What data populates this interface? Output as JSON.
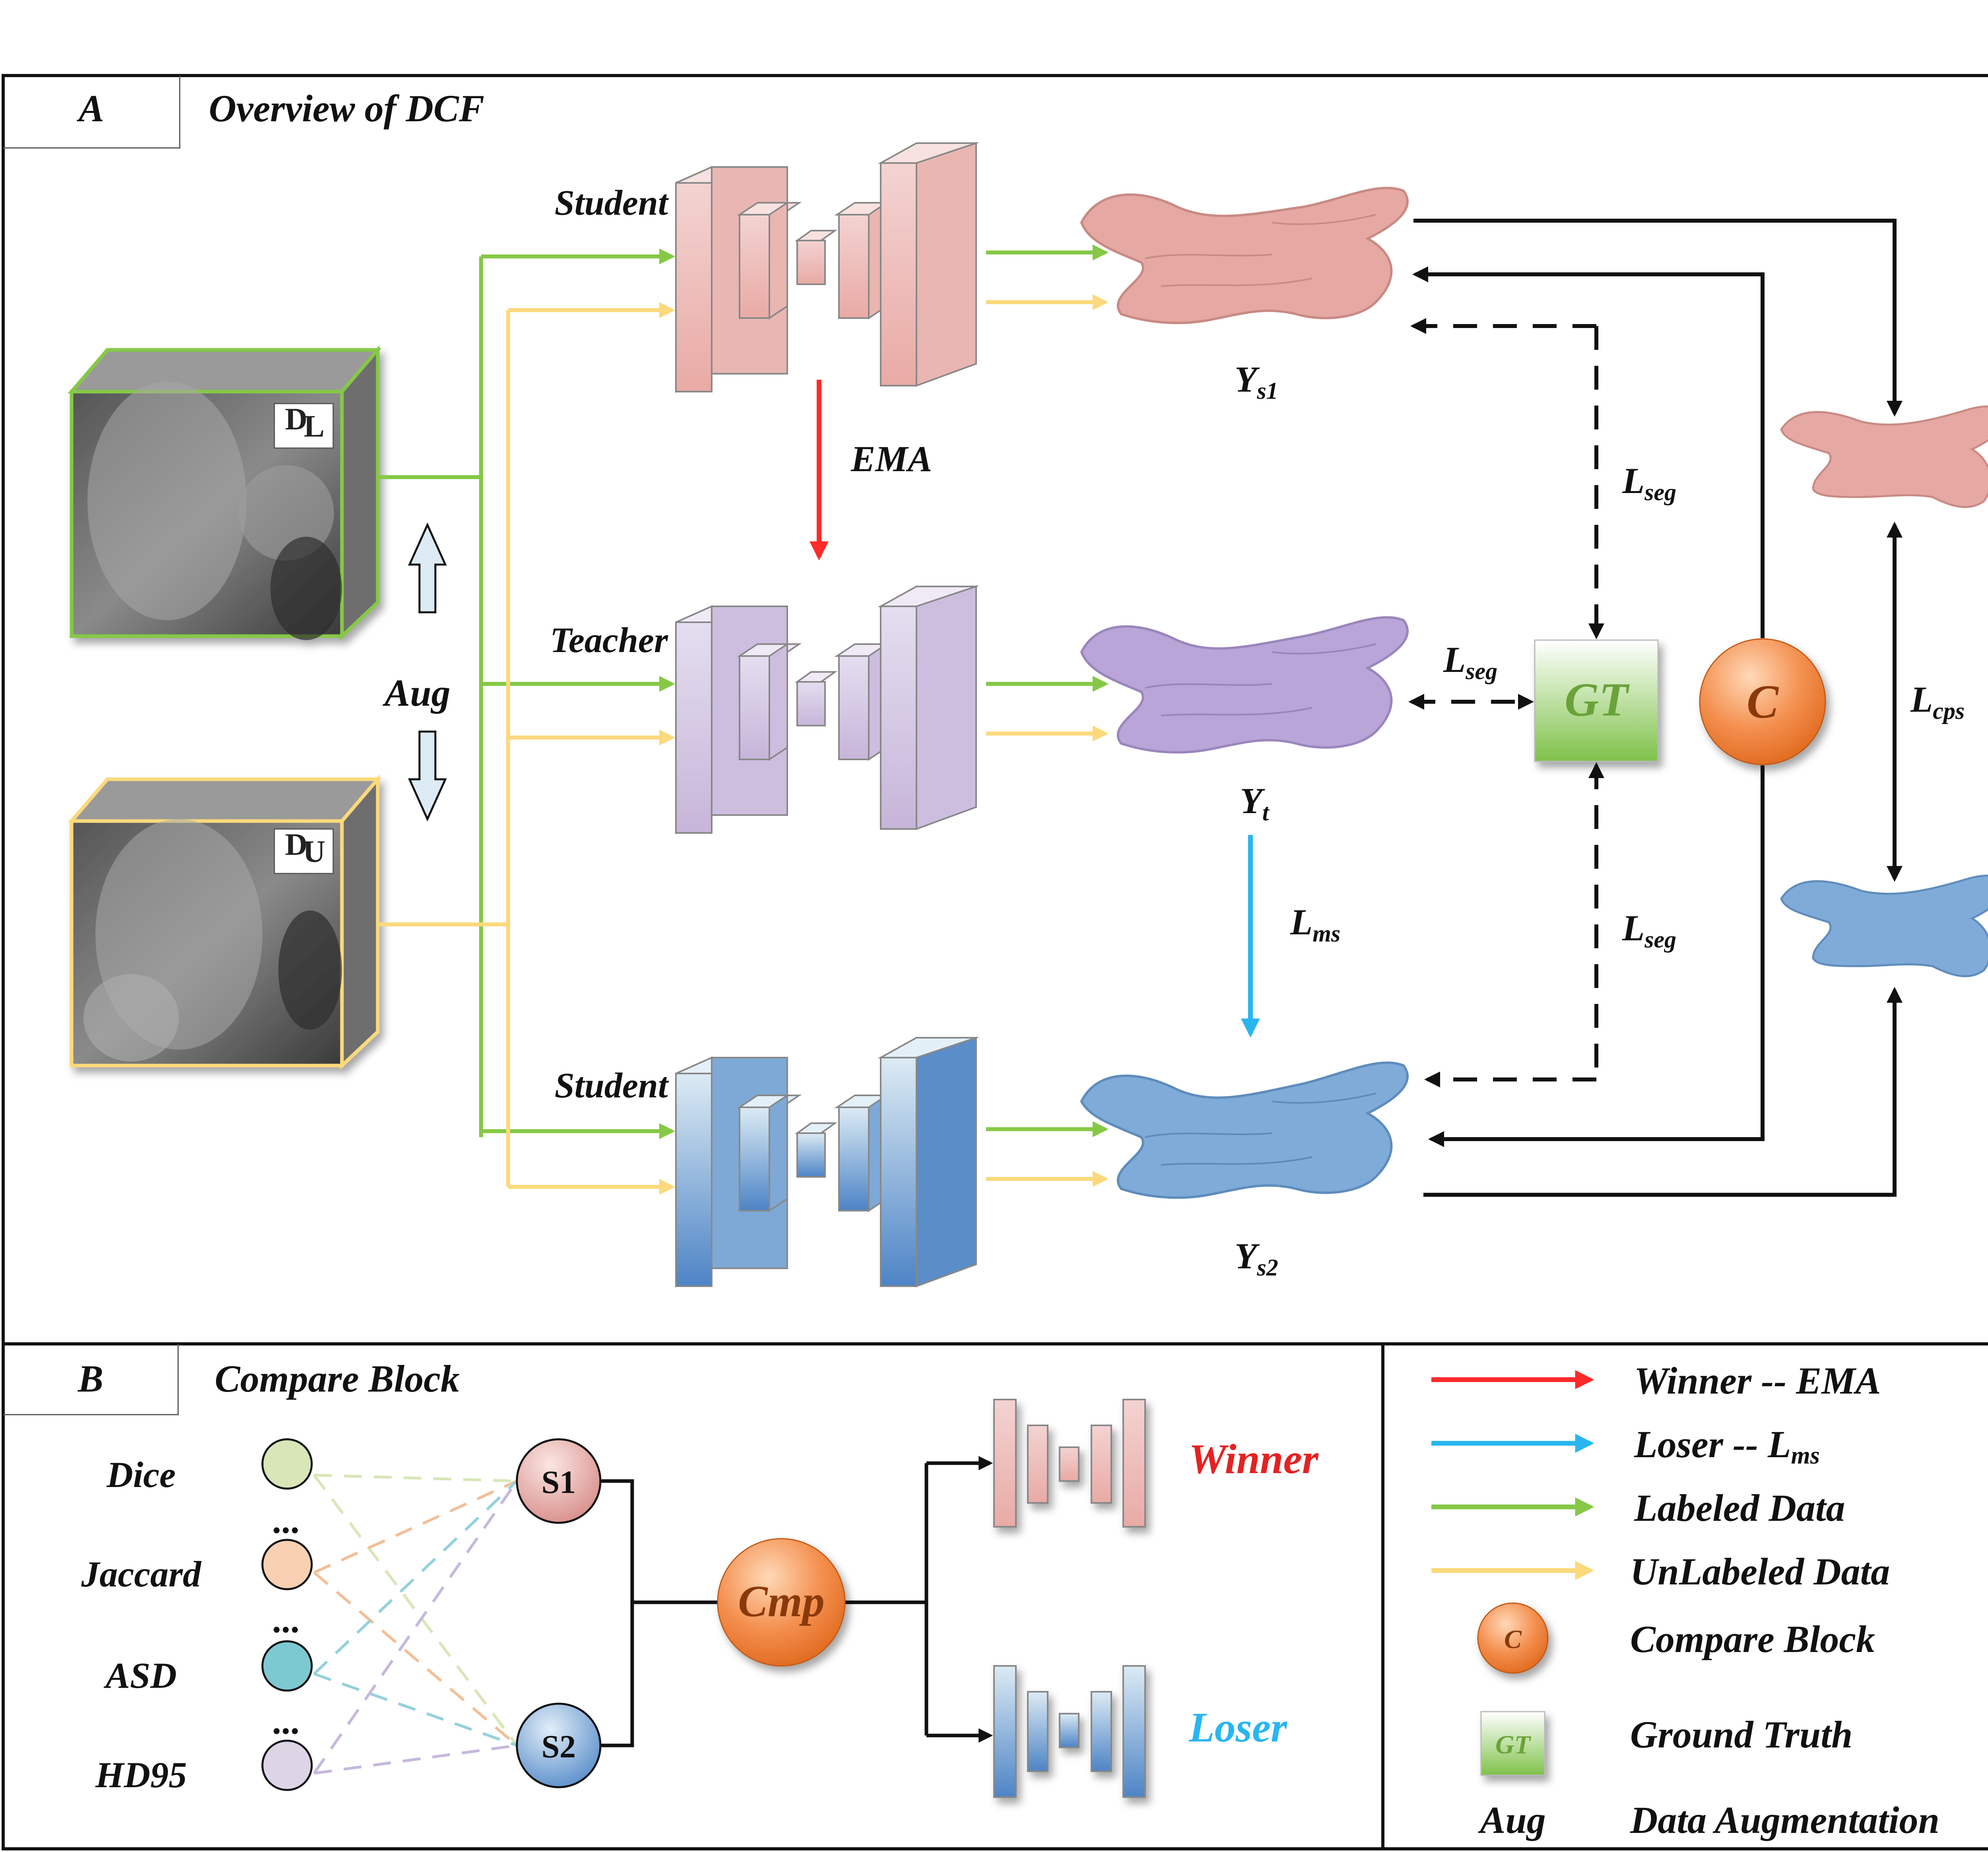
{
  "panel_a": {
    "letter": "A",
    "title": "Overview of DCF",
    "aug_label": "Aug",
    "image_tags": [
      "D",
      "L",
      "D",
      "U"
    ],
    "student_top_label": "Student",
    "teacher_label": "Teacher",
    "student_bottom_label": "Student",
    "ema_label": "EMA",
    "outputs": [
      {
        "base": "Y",
        "sub": "s1"
      },
      {
        "base": "Y",
        "sub": "t"
      },
      {
        "base": "Y",
        "sub": "s2"
      }
    ],
    "loss_seg_top": {
      "base": "L",
      "sub": "seg"
    },
    "loss_seg_mid": {
      "base": "L",
      "sub": "seg"
    },
    "loss_seg_bottom": {
      "base": "L",
      "sub": "seg"
    },
    "loss_ms": {
      "base": "L",
      "sub": "ms"
    },
    "loss_cps": {
      "base": "L",
      "sub": "cps"
    },
    "gt_label": "GT",
    "compare_label": "C"
  },
  "panel_b": {
    "letter": "B",
    "title": "Compare Block",
    "metrics": [
      "Dice",
      "Jaccard",
      "ASD",
      "HD95"
    ],
    "ellipsis": "...",
    "scores": [
      "S1",
      "S2"
    ],
    "cmp_label": "Cmp",
    "winner_label": "Winner",
    "loser_label": "Loser"
  },
  "legend": {
    "items": [
      {
        "label": "Winner -- EMA",
        "color": "#ff2a2a"
      },
      {
        "label": "Loser -- ",
        "loss_sub": "ms",
        "loss_base": "L",
        "color": "#29b6f0"
      },
      {
        "label": "Labeled Data",
        "color": "#86c846"
      },
      {
        "label": "UnLabeled Data",
        "color": "#fbd97c"
      }
    ],
    "compare_icon": "C",
    "compare_text": "Compare Block",
    "gt_icon": "GT",
    "gt_text": "Ground Truth",
    "aug_icon": "Aug",
    "aug_text": "Data Augmentation"
  },
  "colors": {
    "labeled": "#86c846",
    "unlabeled": "#fbd97c",
    "ema": "#ff2a2a",
    "ms": "#29b6f0",
    "student_top": "#f0c4c0",
    "teacher": "#d6cce4",
    "student_bottom": "#8ab3dc",
    "gt_green": "#7fc24a",
    "compare_orange": "#f07a2a"
  }
}
